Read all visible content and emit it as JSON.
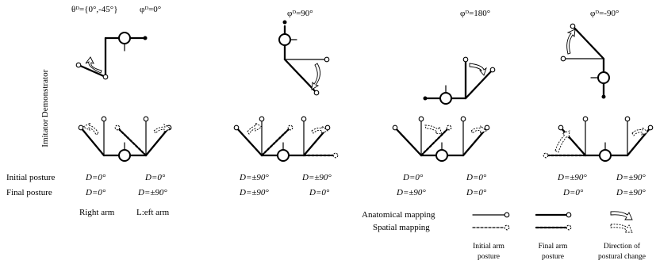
{
  "demonstrator": {
    "row_label": "Demonstrator",
    "theta_label": "θᴰ={0°,-45°}",
    "phi_labels": [
      "φᴰ=0°",
      "φᴰ=90°",
      "φᴰ=180°",
      "φᴰ=-90°"
    ]
  },
  "imitator": {
    "row_label": "Imitator"
  },
  "postures": {
    "initial_label": "Initial posture",
    "final_label": "Final posture",
    "columns": [
      {
        "initial": [
          "D=0°",
          "D=0°"
        ],
        "final": [
          "D=0°",
          "D=±90°"
        ]
      },
      {
        "initial": [
          "D=±90°",
          "D=±90°"
        ],
        "final": [
          "D=±90°",
          "D=0°"
        ]
      },
      {
        "initial": [
          "D=0°",
          "D=0°"
        ],
        "final": [
          "D=±90°",
          "D=0°"
        ]
      },
      {
        "initial": [
          "D=±90°",
          "D=±90°"
        ],
        "final": [
          "D=0°",
          "D=±90°"
        ]
      }
    ]
  },
  "arm_labels": {
    "right": "Right arm",
    "left": "L:eft arm"
  },
  "legend": {
    "anatomical": "Anatomical mapping",
    "spatial": "Spatial mapping",
    "initial_arm": [
      "Initial arm",
      "posture"
    ],
    "final_arm": [
      "Final arm",
      "posture"
    ],
    "direction": [
      "Direction of",
      "postural change"
    ]
  }
}
